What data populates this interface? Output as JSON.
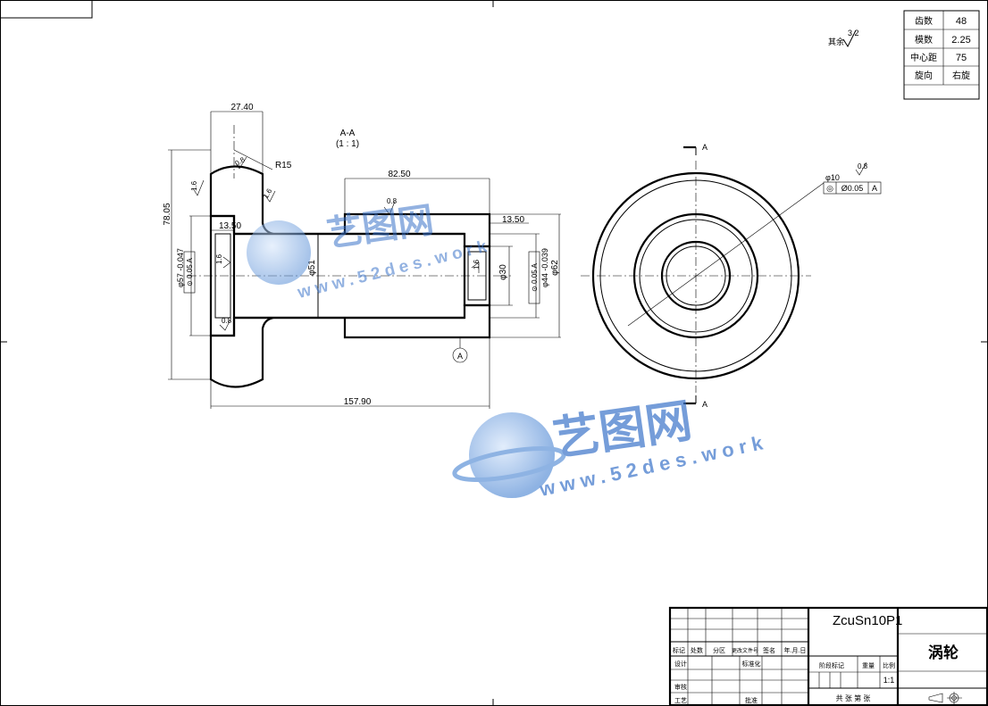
{
  "section_label": "A-A",
  "section_scale": "(1 : 1)",
  "surface_note": "其余",
  "surface_value": "3.2",
  "dims": {
    "d_27_40": "27.40",
    "d_82_50": "82.50",
    "d_157_90": "157.90",
    "d_13_50_left": "13.50",
    "d_13_50_right": "13.50",
    "d_r15": "R15",
    "d_phi51": "φ51",
    "d_phi30": "φ30",
    "d_phi62": "φ62",
    "d_78_05": "78.05",
    "d_phi10": "φ10",
    "d_left_tol": "φ57 -0.047",
    "d_right_tol": "φ44 -0.039"
  },
  "roughness": {
    "r_16": "1.6",
    "r_08": "0.8",
    "r_063": "0.8"
  },
  "tolerance": {
    "left_frame": "⊙ 0.05 A",
    "right_frame": "⊙ 0.05 A",
    "top_symbol": "◎",
    "top_value": "Ø0.05",
    "top_datum": "A"
  },
  "markers": {
    "datum_a": "A",
    "section_a_top": "A",
    "section_a_bottom": "A"
  },
  "param_table": [
    {
      "label": "齿数",
      "value": "48"
    },
    {
      "label": "模数",
      "value": "2.25"
    },
    {
      "label": "中心距",
      "value": "75"
    },
    {
      "label": "旋向",
      "value": "右旋"
    }
  ],
  "title_block": {
    "material": "ZcuSn10P1",
    "part_name": "涡轮",
    "scale_value": "1:1",
    "headers": {
      "mark": "标记",
      "count": "处数",
      "zone": "分区",
      "doc_no": "更改文件号",
      "sign": "签名",
      "date": "年.月.日",
      "design": "设计",
      "standard": "标准化",
      "stage_mark": "阶段标记",
      "weight": "重量",
      "ratio": "比例",
      "review": "审核",
      "process": "工艺",
      "approve": "批准",
      "sheets": "共    张 第    张"
    }
  },
  "watermark": {
    "cn": "艺图网",
    "url": "www.52des.work"
  }
}
